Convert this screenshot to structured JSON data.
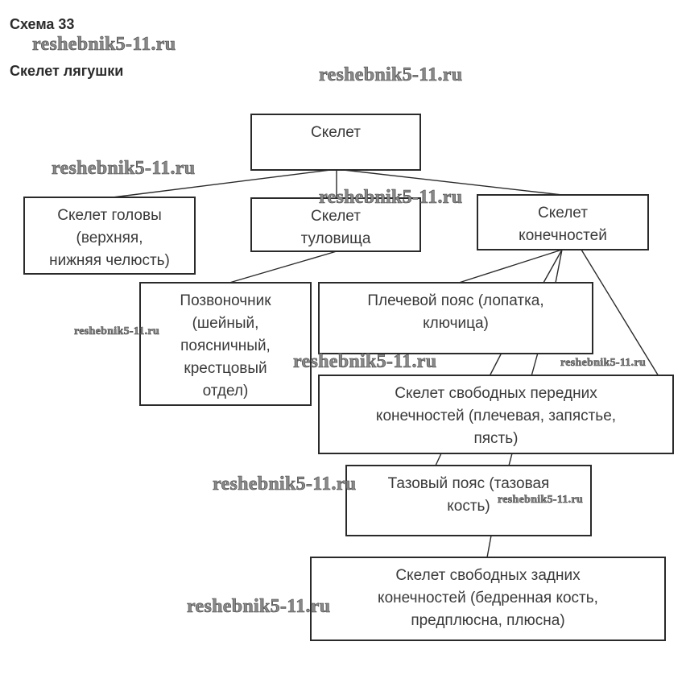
{
  "header": {
    "scheme_label": "Схема 33",
    "subtitle": "Скелет лягушки"
  },
  "watermark": "reshebnik5-11.ru",
  "nodes": {
    "root": {
      "lines": [
        "Скелет"
      ]
    },
    "head": {
      "lines": [
        "Скелет головы",
        "(верхняя,",
        "нижняя челюсть)"
      ]
    },
    "trunk": {
      "lines": [
        "Скелет",
        "туловища"
      ]
    },
    "limbs": {
      "lines": [
        "Скелет",
        "конечностей"
      ]
    },
    "spine": {
      "lines": [
        "Позвоночник",
        "(шейный,",
        "поясничный,",
        "крестцовый",
        "отдел)"
      ]
    },
    "shoulder": {
      "lines": [
        "Плечевой пояс (лопатка,",
        "ключица)"
      ]
    },
    "front_limbs": {
      "lines": [
        "Скелет свободных передних",
        "конечностей (плечевая, запястье,",
        "пясть)"
      ]
    },
    "pelvis": {
      "lines": [
        "Тазовый пояс (тазовая",
        "кость)"
      ]
    },
    "hind_limbs": {
      "lines": [
        "Скелет свободных задних",
        "конечностей (бедренная кость,",
        "предплюсна, плюсна)"
      ]
    }
  },
  "edges": [
    [
      "root",
      "head"
    ],
    [
      "root",
      "trunk"
    ],
    [
      "root",
      "limbs"
    ],
    [
      "trunk",
      "spine"
    ],
    [
      "limbs",
      "shoulder"
    ],
    [
      "limbs",
      "front_limbs"
    ],
    [
      "limbs",
      "pelvis"
    ],
    [
      "limbs",
      "hind_limbs"
    ]
  ]
}
